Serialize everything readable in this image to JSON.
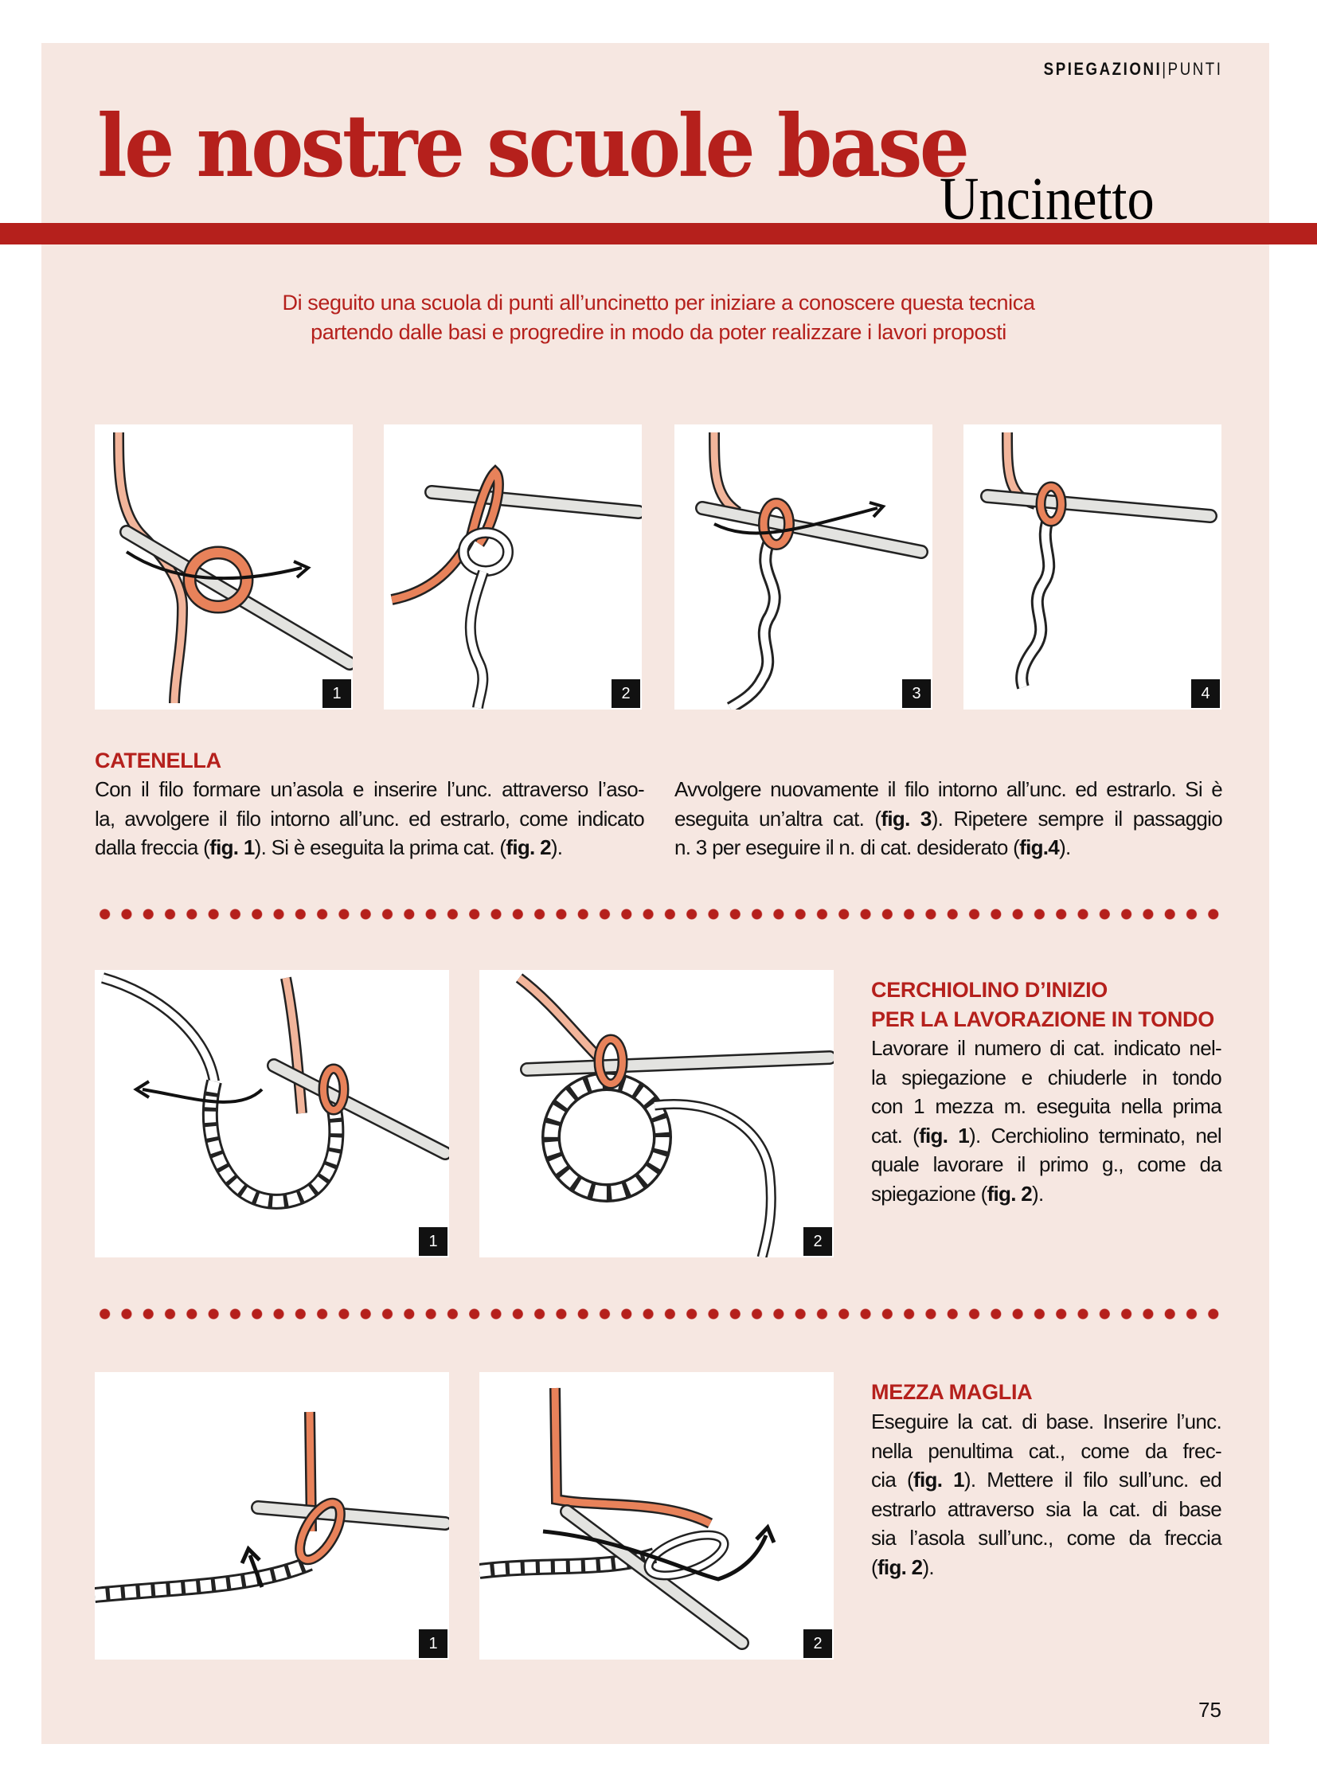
{
  "header": {
    "kicker_bold": "SPIEGAZIONI",
    "kicker_sep": "|",
    "kicker_thin": "PUNTI",
    "title": "le nostre scuole base",
    "subtitle": "Uncinetto"
  },
  "intro": [
    "Di seguito una scuola di punti all’uncinetto per iniziare a conoscere questa tecnica",
    "partendo dalle basi e progredire in modo da poter realizzare i lavori proposti"
  ],
  "colors": {
    "accent": "#b5201c",
    "background": "#f6e7e1",
    "yarn": "#e8825a",
    "hook": "#d9d9d6"
  },
  "sections": {
    "catenella": {
      "heading": [
        "CATENELLA"
      ],
      "figures": [
        "1",
        "2",
        "3",
        "4"
      ],
      "col1": [
        [
          {
            "t": "Con il filo formare un’asola e inserire l’unc. attraverso l’aso-"
          }
        ],
        [
          {
            "t": "la, avvolgere il filo intorno all’unc. ed estrarlo, come indicato"
          }
        ],
        [
          {
            "t": "dalla freccia ("
          },
          {
            "t": "fig. 1",
            "b": true
          },
          {
            "t": "). Si è eseguita la prima cat. ("
          },
          {
            "t": "fig. 2",
            "b": true
          },
          {
            "t": ")."
          }
        ]
      ],
      "col2": [
        [
          {
            "t": "Avvolgere nuovamente il filo intorno all’unc. ed estrarlo. Si è"
          }
        ],
        [
          {
            "t": "eseguita un’altra cat. ("
          },
          {
            "t": "fig. 3",
            "b": true
          },
          {
            "t": "). Ripetere sempre il passaggio"
          }
        ],
        [
          {
            "t": "n. 3 per eseguire il n. di cat. desiderato ("
          },
          {
            "t": "fig.4",
            "b": true
          },
          {
            "t": ")."
          }
        ]
      ]
    },
    "cerchiolino": {
      "heading": [
        "CERCHIOLINO D’INIZIO",
        "PER LA LAVORAZIONE IN TONDO"
      ],
      "figures": [
        "1",
        "2"
      ],
      "body": [
        [
          {
            "t": "Lavorare il numero di cat. indicato nel-"
          }
        ],
        [
          {
            "t": "la spiegazione e chiuderle in tondo"
          }
        ],
        [
          {
            "t": "con 1 mezza m. eseguita nella prima"
          }
        ],
        [
          {
            "t": "cat. ("
          },
          {
            "t": "fig. 1",
            "b": true
          },
          {
            "t": "). Cerchiolino terminato, nel"
          }
        ],
        [
          {
            "t": "quale lavorare il primo g., come da"
          }
        ],
        [
          {
            "t": "spiegazione ("
          },
          {
            "t": "fig. 2",
            "b": true
          },
          {
            "t": ")."
          }
        ]
      ]
    },
    "mezza_maglia": {
      "heading": [
        "MEZZA MAGLIA"
      ],
      "figures": [
        "1",
        "2"
      ],
      "body": [
        [
          {
            "t": "Eseguire la cat. di base. Inserire l’unc."
          }
        ],
        [
          {
            "t": "nella penultima cat., come da frec-"
          }
        ],
        [
          {
            "t": "cia ("
          },
          {
            "t": "fig. 1",
            "b": true
          },
          {
            "t": "). Mettere il filo sull’unc. ed"
          }
        ],
        [
          {
            "t": "estrarlo attraverso sia la cat. di base"
          }
        ],
        [
          {
            "t": "sia l’asola sull’unc., come da freccia"
          }
        ],
        [
          {
            "t": "("
          },
          {
            "t": "fig. 2",
            "b": true
          },
          {
            "t": ")."
          }
        ]
      ]
    }
  },
  "page_number": "75"
}
